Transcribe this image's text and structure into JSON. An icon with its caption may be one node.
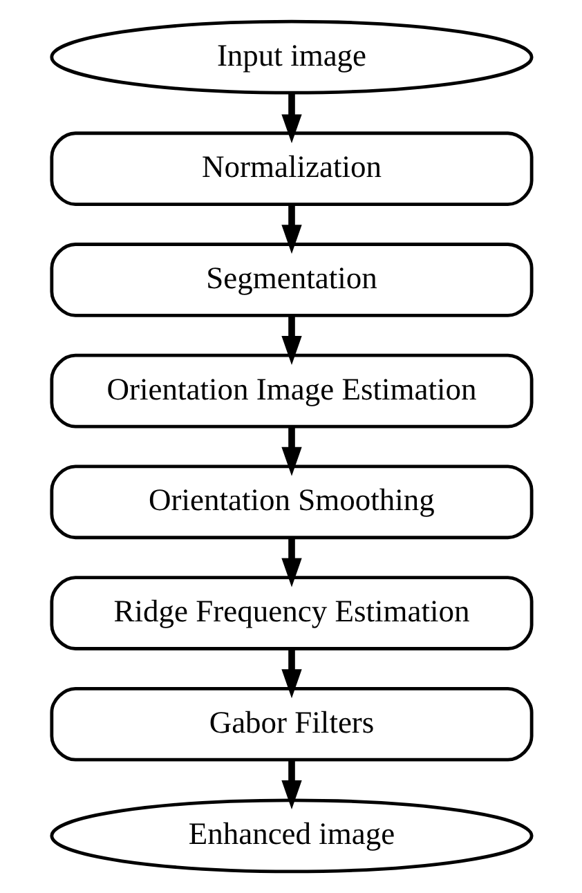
{
  "diagram": {
    "nodes": [
      {
        "text": [
          "Input image"
        ]
      },
      {
        "text": [
          "Normalization"
        ]
      },
      {
        "text": [
          "Segmentation"
        ]
      },
      {
        "text": [
          "Orientation Image Estimation"
        ]
      },
      {
        "text": [
          "Orientation Smoothing"
        ]
      },
      {
        "text": [
          "Ridge Frequency Estimation"
        ]
      },
      {
        "text": [
          "Gabor Filters"
        ]
      },
      {
        "text": [
          "Enhanced image"
        ]
      }
    ],
    "edges": [
      {
        "from": 0,
        "to": 1,
        "arrow": "to"
      },
      {
        "from": 1,
        "to": 2,
        "arrow": "to"
      },
      {
        "from": 2,
        "to": 3,
        "arrow": "to"
      },
      {
        "from": 3,
        "to": 4,
        "arrow": "to"
      },
      {
        "from": 4,
        "to": 5,
        "arrow": "to"
      },
      {
        "from": 5,
        "to": 6,
        "arrow": "to"
      },
      {
        "from": 6,
        "to": 7,
        "arrow": "to"
      }
    ]
  }
}
